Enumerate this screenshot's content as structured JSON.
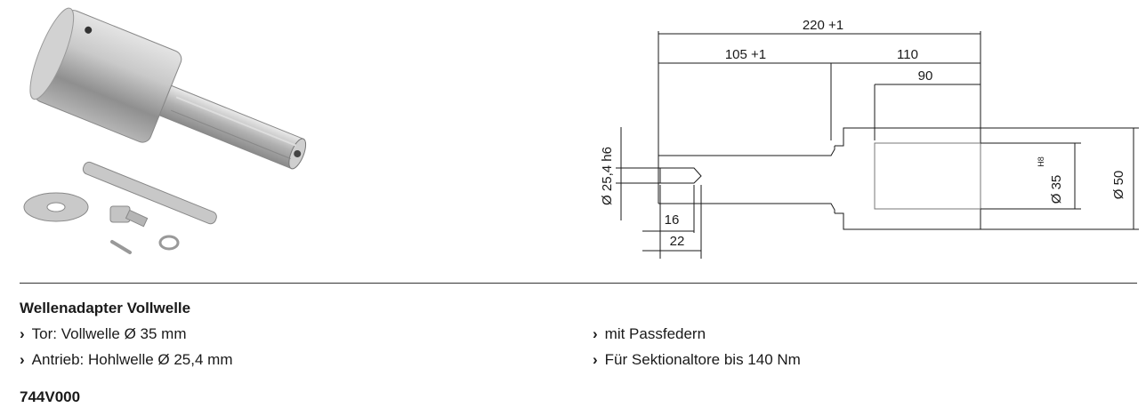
{
  "drawing": {
    "dim_total": "220 +1",
    "dim_left": "105 +1",
    "dim_right": "110",
    "dim_bore_depth": "90",
    "dim_shaft": "Ø 25,4 h6",
    "dim_bore": "Ø 35",
    "dim_bore_tol": "H8",
    "dim_outer": "Ø 50",
    "dim_key_len": "16",
    "dim_key_pos": "22"
  },
  "product": {
    "title": "Wellenadapter Vollwelle",
    "features_left": [
      "Tor: Vollwelle Ø 35 mm",
      "Antrieb: Hohlwelle Ø 25,4 mm"
    ],
    "features_right": [
      "mit Passfedern",
      "Für Sektionaltore bis 140 Nm"
    ],
    "article_number": "744V000"
  },
  "icons": {
    "bullet": "chevron-right-icon"
  }
}
